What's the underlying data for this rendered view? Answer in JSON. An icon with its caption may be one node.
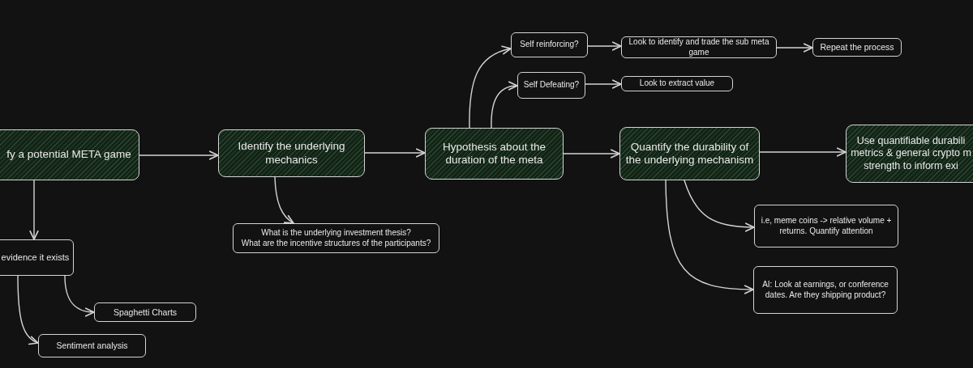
{
  "diagram": {
    "nodes": [
      {
        "text": [
          "fy a potential META game"
        ]
      },
      {
        "text": [
          "evidence it exists"
        ]
      },
      {
        "text": [
          "Spaghetti Charts"
        ]
      },
      {
        "text": [
          "Sentiment analysis"
        ]
      },
      {
        "text": [
          "Identify the underlying mechanics"
        ]
      },
      {
        "text": [
          "What is the underlying investment thesis?",
          "What are the incentive structures of the participants?"
        ]
      },
      {
        "text": [
          "Hypothesis about the duration of the meta"
        ]
      },
      {
        "text": [
          "Self reinforcing?"
        ]
      },
      {
        "text": [
          "Look to identify and trade the sub meta game"
        ]
      },
      {
        "text": [
          "Repeat the process"
        ]
      },
      {
        "text": [
          "Self Defeating?"
        ]
      },
      {
        "text": [
          "Look to extract value"
        ]
      },
      {
        "text": [
          "Quantify the durability of the underlying mechanism"
        ]
      },
      {
        "text": [
          "Use quantifiable durabili metrics & general crypto m strength to inform exi"
        ]
      },
      {
        "text": [
          "i.e, meme coins -> relative volume + returns. Quantify attention"
        ]
      },
      {
        "text": [
          "AI: Look at earnings, or conference dates. Are they shipping product?"
        ]
      }
    ],
    "edges": [
      {
        "from": 0,
        "to": 4,
        "arrow": "to"
      },
      {
        "from": 0,
        "to": 1,
        "arrow": "to"
      },
      {
        "from": 1,
        "to": 2,
        "arrow": "to"
      },
      {
        "from": 1,
        "to": 3,
        "arrow": "to"
      },
      {
        "from": 4,
        "to": 6,
        "arrow": "to"
      },
      {
        "from": 4,
        "to": 5,
        "arrow": "to"
      },
      {
        "from": 6,
        "to": 7,
        "arrow": "to"
      },
      {
        "from": 6,
        "to": 10,
        "arrow": "to"
      },
      {
        "from": 6,
        "to": 12,
        "arrow": "to"
      },
      {
        "from": 7,
        "to": 8,
        "arrow": "to"
      },
      {
        "from": 10,
        "to": 11,
        "arrow": "to"
      },
      {
        "from": 8,
        "to": 9,
        "arrow": "to"
      },
      {
        "from": 12,
        "to": 13,
        "arrow": "to"
      },
      {
        "from": 12,
        "to": 14,
        "arrow": "to"
      },
      {
        "from": 12,
        "to": 15,
        "arrow": "to"
      }
    ]
  }
}
